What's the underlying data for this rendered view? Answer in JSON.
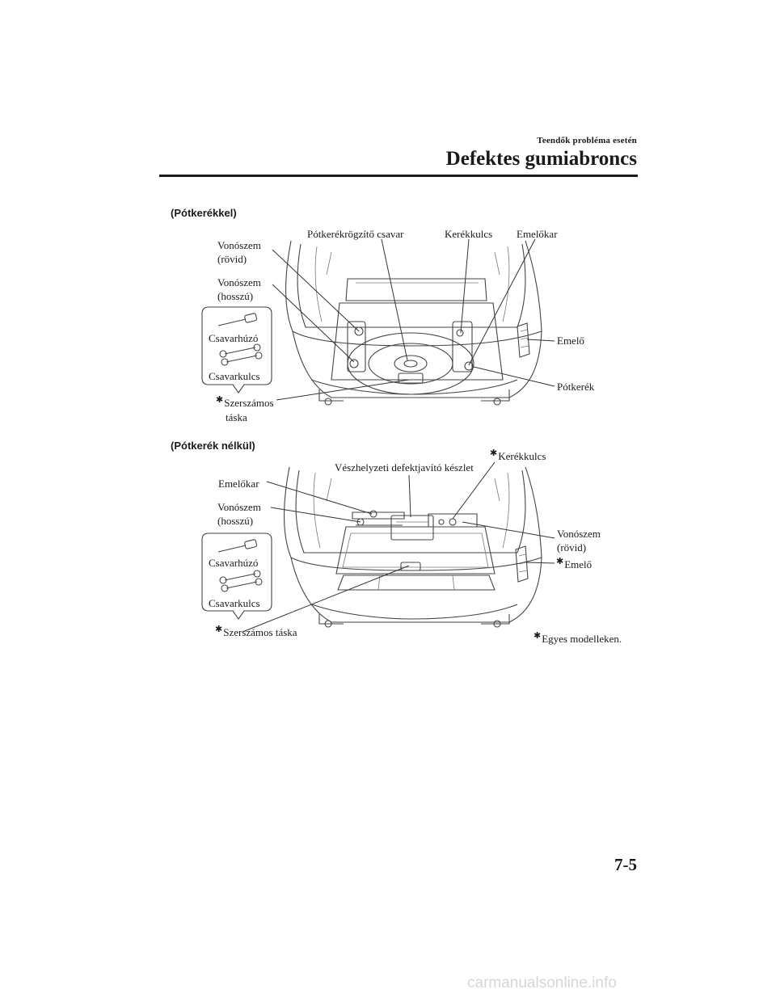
{
  "header": {
    "chapter": "Teendők probléma esetén",
    "title": "Defektes gumiabroncs",
    "page_number": "7-5"
  },
  "figure1": {
    "heading": "(Pótkerékkel)",
    "labels": {
      "vonoszem_rovid": [
        "Vonószem",
        "(rövid)"
      ],
      "vonoszem_hosszu": [
        "Vonószem",
        "(hosszú)"
      ],
      "potkerekrogzito": "Pótkerékrögzítő csavar",
      "kerekkulcs": "Kerékkulcs",
      "emelokar": "Emelőkar",
      "emelo": "Emelő",
      "potkerek": "Pótkerék",
      "csavarhuzo": "Csavarhúzó",
      "csavarkulcs": "Csavarkulcs",
      "szerszamos_taska": [
        "Szerszámos",
        "táska"
      ]
    }
  },
  "figure2": {
    "heading": "(Pótkerék nélkül)",
    "labels": {
      "emelokar": "Emelőkar",
      "vonoszem_hosszu": [
        "Vonószem",
        "(hosszú)"
      ],
      "defektjavito": "Vészhelyzeti defektjavító készlet",
      "kerekkulcs": "Kerékkulcs",
      "vonoszem_rovid": [
        "Vonószem",
        "(rövid)"
      ],
      "emelo": "Emelő",
      "csavarhuzo": "Csavarhúzó",
      "csavarkulcs": "Csavarkulcs",
      "szerszamos_taska": "Szerszámos táska"
    }
  },
  "footnote": "Egyes modelleken.",
  "asterisk": "✱",
  "watermark": "carmanualsonline.info"
}
